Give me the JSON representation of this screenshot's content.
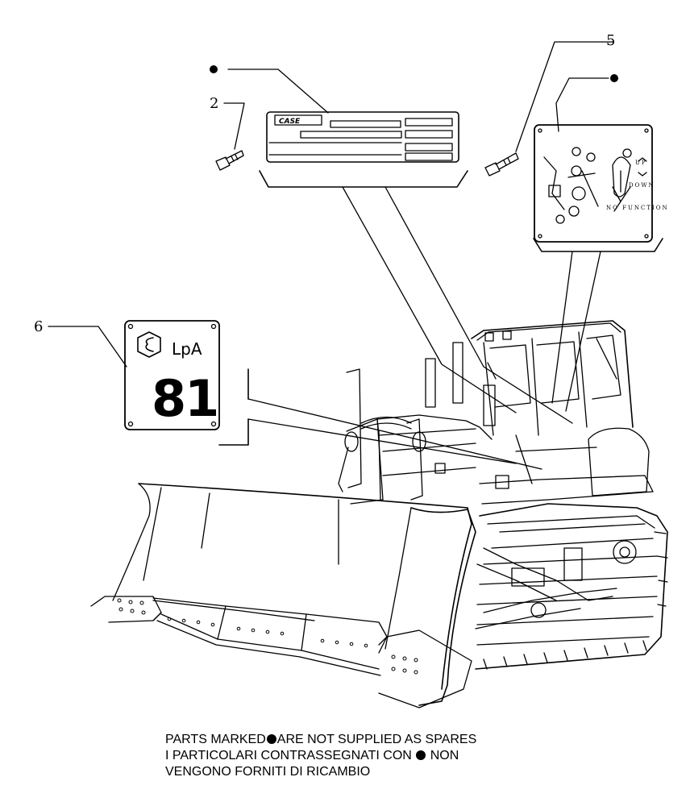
{
  "callouts": {
    "ref_2": "2",
    "ref_5": "5",
    "ref_6": "6"
  },
  "decal_case": {
    "brand": "CASE"
  },
  "decal_controls": {
    "up_label": "UP",
    "down_label": "DOWN",
    "no_function_label": "NO FUNCTION"
  },
  "decal_noise": {
    "symbol_label": "LpA",
    "value": "81"
  },
  "footer_note": {
    "line1_a": "PARTS MARKED",
    "line1_b": "ARE NOT SUPPLIED AS SPARES",
    "line2_a": "I PARTICOLARI CONTRASSEGNATI CON",
    "line2_b": "NON",
    "line3": "VENGONO FORNITI DI RICAMBIO"
  }
}
